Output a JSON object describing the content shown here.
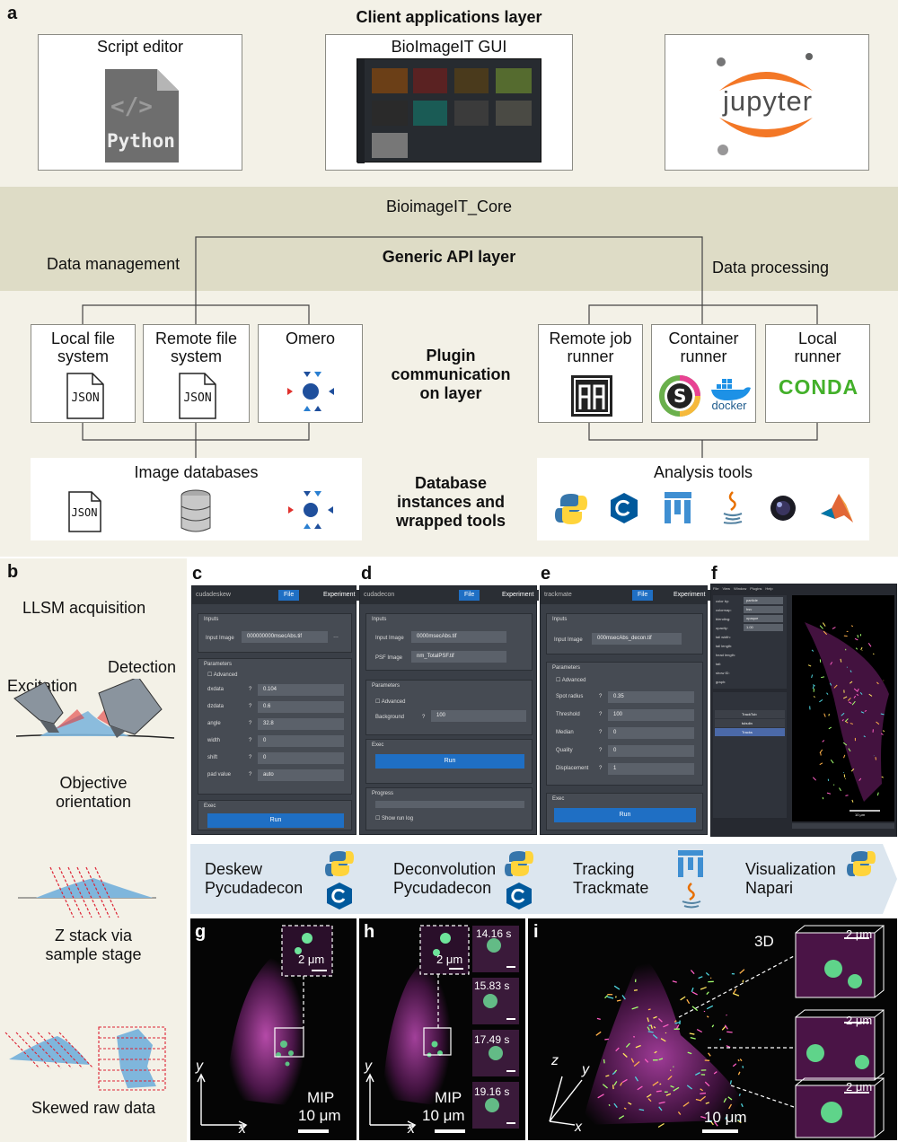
{
  "panels": {
    "a": "a",
    "b": "b",
    "c": "c",
    "d": "d",
    "e": "e",
    "f": "f",
    "g": "g",
    "h": "h",
    "i": "i"
  },
  "a": {
    "client_layer_title": "Client applications layer",
    "script_editor": "Script editor",
    "python_logo_text": "Python",
    "python_code_symbol": "</>",
    "gui_title": "BioImageIT GUI",
    "jupyter_logo_text": "jupyter",
    "core_title": "BioimageIT_Core",
    "generic_api": "Generic API layer",
    "data_management": "Data management",
    "data_processing": "Data processing",
    "plugin_layer": [
      "Plugin",
      "communication",
      "on layer"
    ],
    "local_fs": [
      "Local file",
      "system"
    ],
    "remote_fs": [
      "Remote file",
      "system"
    ],
    "omero": "Omero",
    "json": "JSON",
    "remote_job": [
      "Remote job",
      "runner"
    ],
    "container_runner": [
      "Container",
      "runner"
    ],
    "local_runner": [
      "Local",
      "runner"
    ],
    "conda": "CONDA",
    "docker": "docker",
    "image_databases": "Image databases",
    "db_title": [
      "Database",
      "instances and",
      "wrapped tools"
    ],
    "analysis_tools": "Analysis tools"
  },
  "b": {
    "llsm": "LLSM acquisition",
    "excitation": "Excitation",
    "detection": "Detection",
    "objective": [
      "Objective",
      "orientation"
    ],
    "zstack": [
      "Z stack via",
      "sample stage"
    ],
    "skewed": "Skewed raw data"
  },
  "c": {
    "app": "cudadeskew",
    "file": "File",
    "experiment": "Experiment",
    "inputs": "Inputs",
    "input_image_label": "Input Image",
    "input_image": "000000000msecAbs.tif",
    "parameters": "Parameters",
    "advanced": "Advanced",
    "params": [
      {
        "name": "dxdata",
        "value": "0.104"
      },
      {
        "name": "dzdata",
        "value": "0.6"
      },
      {
        "name": "angle",
        "value": "32.8"
      },
      {
        "name": "width",
        "value": "0"
      },
      {
        "name": "shift",
        "value": "0"
      },
      {
        "name": "pad value",
        "value": "auto"
      }
    ],
    "exec": "Exec",
    "run": "Run"
  },
  "d": {
    "app": "cudadecon",
    "file": "File",
    "experiment": "Experiment",
    "inputs": "Inputs",
    "input_image_label": "Input Image",
    "input_image": "0000msecAbs.tif",
    "psf_label": "PSF Image",
    "psf_image": "nm_TotalPSF.tif",
    "parameters": "Parameters",
    "advanced": "Advanced",
    "background_label": "Background",
    "background": "100",
    "exec": "Exec",
    "run": "Run",
    "progress": "Progress",
    "show_log": "Show run log"
  },
  "e": {
    "app": "trackmate",
    "file": "File",
    "experiment": "Experiment",
    "inputs": "Inputs",
    "input_image_label": "Input Image",
    "input_image": "000msecAbs_decon.tif",
    "parameters": "Parameters",
    "advanced": "Advanced",
    "params": [
      {
        "name": "Spot radius",
        "value": "0.35"
      },
      {
        "name": "Threshold",
        "value": "100"
      },
      {
        "name": "Median",
        "value": "0"
      },
      {
        "name": "Quality",
        "value": "0"
      },
      {
        "name": "Displacement",
        "value": "1"
      }
    ],
    "exec": "Exec",
    "run": "Run"
  },
  "f": {
    "menu": [
      "File",
      "View",
      "Window",
      "Plugins",
      "Help"
    ],
    "layer_controls": [
      "color by:",
      "colormap:",
      "blending:",
      "opacity:",
      "tail width:",
      "tail length:",
      "head length:",
      "tail:",
      "show ID:",
      "graph:"
    ],
    "layer_values": [
      "particle",
      "hsv",
      "opaque",
      "1.00"
    ],
    "layers": [
      "TrackTub",
      "tubulin",
      "Tracks"
    ],
    "scale": "10 μm"
  },
  "pipeline": [
    {
      "lines": [
        "Deskew",
        "Pycudadecon"
      ]
    },
    {
      "lines": [
        "Deconvolution",
        "Pycudadecon"
      ]
    },
    {
      "lines": [
        "Tracking",
        "Trackmate"
      ]
    },
    {
      "lines": [
        "Visualization",
        "Napari"
      ]
    }
  ],
  "g": {
    "inset_scale": "2 μm",
    "mip": "MIP",
    "scale": "10 μm",
    "x": "x",
    "y": "y"
  },
  "h": {
    "inset_scale": "2 μm",
    "mip": "MIP",
    "scale": "10 μm",
    "x": "x",
    "y": "y",
    "times": [
      "14.16 s",
      "15.83 s",
      "17.49 s",
      "19.16 s"
    ]
  },
  "i": {
    "label_3d": "3D",
    "inset_scales": [
      "2 μm",
      "2 μm",
      "2 μm"
    ],
    "scale": "10 μm",
    "x": "x",
    "y": "y",
    "z": "z"
  },
  "colors": {
    "tan": "#f3f1e7",
    "band": "#dedcc6",
    "jupyter_orange": "#f37726",
    "conda_green": "#43b02a",
    "docker_blue": "#1d91e6",
    "run_blue": "#1f6fc4"
  }
}
